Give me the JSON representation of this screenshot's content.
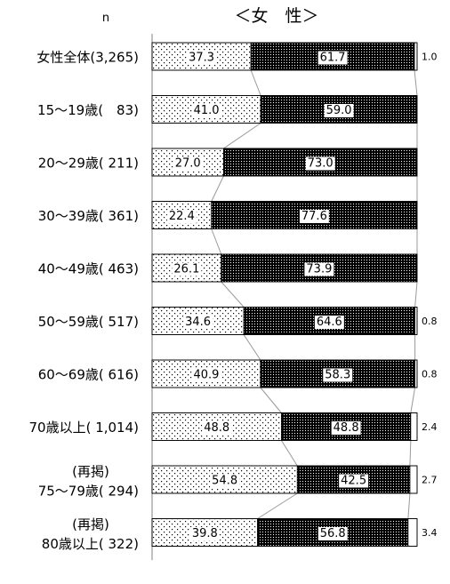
{
  "chart_data": {
    "type": "bar",
    "orientation": "horizontal",
    "stacked": true,
    "title": "＜女　性＞",
    "n_header": "n",
    "categories": [
      {
        "lines": [
          "女性全体(3,265)"
        ]
      },
      {
        "lines": [
          "15～19歳(　83)"
        ]
      },
      {
        "lines": [
          "20～29歳( 211)"
        ]
      },
      {
        "lines": [
          "30～39歳( 361)"
        ]
      },
      {
        "lines": [
          "40～49歳( 463)"
        ]
      },
      {
        "lines": [
          "50～59歳( 517)"
        ]
      },
      {
        "lines": [
          "60～69歳( 616)"
        ]
      },
      {
        "lines": [
          "70歳以上( 1,014)"
        ]
      },
      {
        "lines": [
          "(再掲)",
          "75～79歳( 294)"
        ]
      },
      {
        "lines": [
          "(再掲)",
          "80歳以上( 322)"
        ]
      }
    ],
    "series": [
      {
        "pattern": "light-dots",
        "values": [
          37.3,
          41.0,
          27.0,
          22.4,
          26.1,
          34.6,
          40.9,
          48.8,
          54.8,
          39.8
        ],
        "labels": [
          "37.3",
          "41.0",
          "27.0",
          "22.4",
          "26.1",
          "34.6",
          "40.9",
          "48.8",
          "54.8",
          "39.8"
        ]
      },
      {
        "pattern": "dark-dots",
        "values": [
          61.7,
          59.0,
          73.0,
          77.6,
          73.9,
          64.6,
          58.3,
          48.8,
          42.5,
          56.8
        ],
        "labels": [
          "61.7",
          "59.0",
          "73.0",
          "77.6",
          "73.9",
          "64.6",
          "58.3",
          "48.8",
          "42.5",
          "56.8"
        ]
      },
      {
        "pattern": "white",
        "values": [
          1.0,
          0,
          0,
          0,
          0,
          0.8,
          0.8,
          2.4,
          2.7,
          3.4
        ],
        "labels": [
          "1.0",
          "",
          "",
          "",
          "",
          "0.8",
          "0.8",
          "2.4",
          "2.7",
          "3.4"
        ]
      }
    ],
    "xlim": [
      0,
      100
    ],
    "grid": false,
    "legend": "none",
    "connector_lines": true
  }
}
